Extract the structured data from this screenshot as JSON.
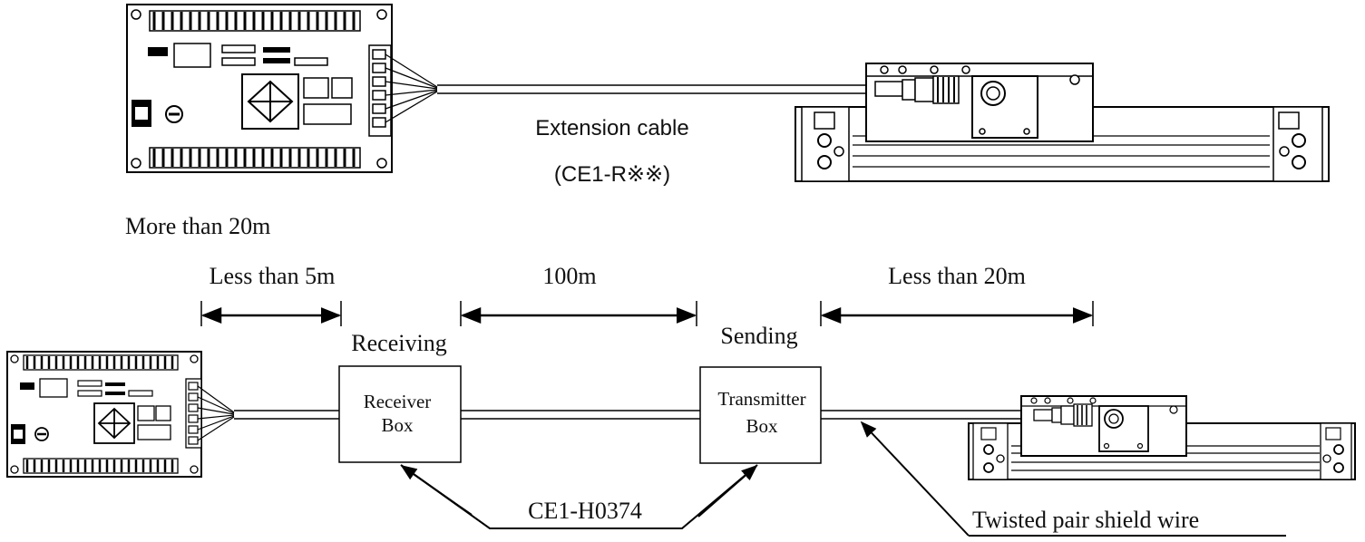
{
  "top": {
    "cable_label": "Extension cable",
    "cable_model": "(CE1-R※※)"
  },
  "bottom": {
    "heading": "More than 20m",
    "dim_left": "Less than 5m",
    "dim_middle": "100m",
    "dim_right": "Less than 20m",
    "receiving_label": "Receiving",
    "sending_label": "Sending",
    "receiver_box": {
      "line1": "Receiver",
      "line2": "Box"
    },
    "transmitter_box": {
      "line1": "Transmitter",
      "line2": "Box"
    },
    "box_model": "CE1-H0374",
    "wire_label": "Twisted pair shield wire"
  }
}
